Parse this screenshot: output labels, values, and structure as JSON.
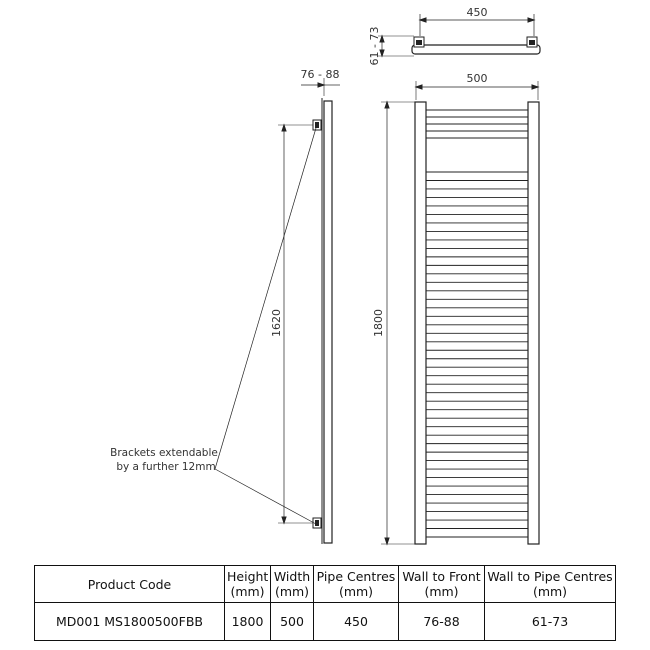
{
  "dimensions": {
    "pipe_centres_top": "450",
    "wall_to_pipe": "61 - 73",
    "wall_to_front": "76 - 88",
    "width": "500",
    "bracket_centres": "1620",
    "height": "1800"
  },
  "note": {
    "line1": "Brackets extendable",
    "line2": "by a further 12mm"
  },
  "table": {
    "headers": [
      {
        "line1": "Product Code",
        "line2": ""
      },
      {
        "line1": "Height",
        "line2": "(mm)"
      },
      {
        "line1": "Width",
        "line2": "(mm)"
      },
      {
        "line1": "Pipe Centres",
        "line2": "(mm)"
      },
      {
        "line1": "Wall to Front",
        "line2": "(mm)"
      },
      {
        "line1": "Wall to Pipe Centres",
        "line2": "(mm)"
      }
    ],
    "row": [
      "MD001 MS1800500FBB",
      "1800",
      "500",
      "450",
      "76-88",
      "61-73"
    ]
  },
  "rails": {
    "top_group_count": 5,
    "main_count": 44
  }
}
